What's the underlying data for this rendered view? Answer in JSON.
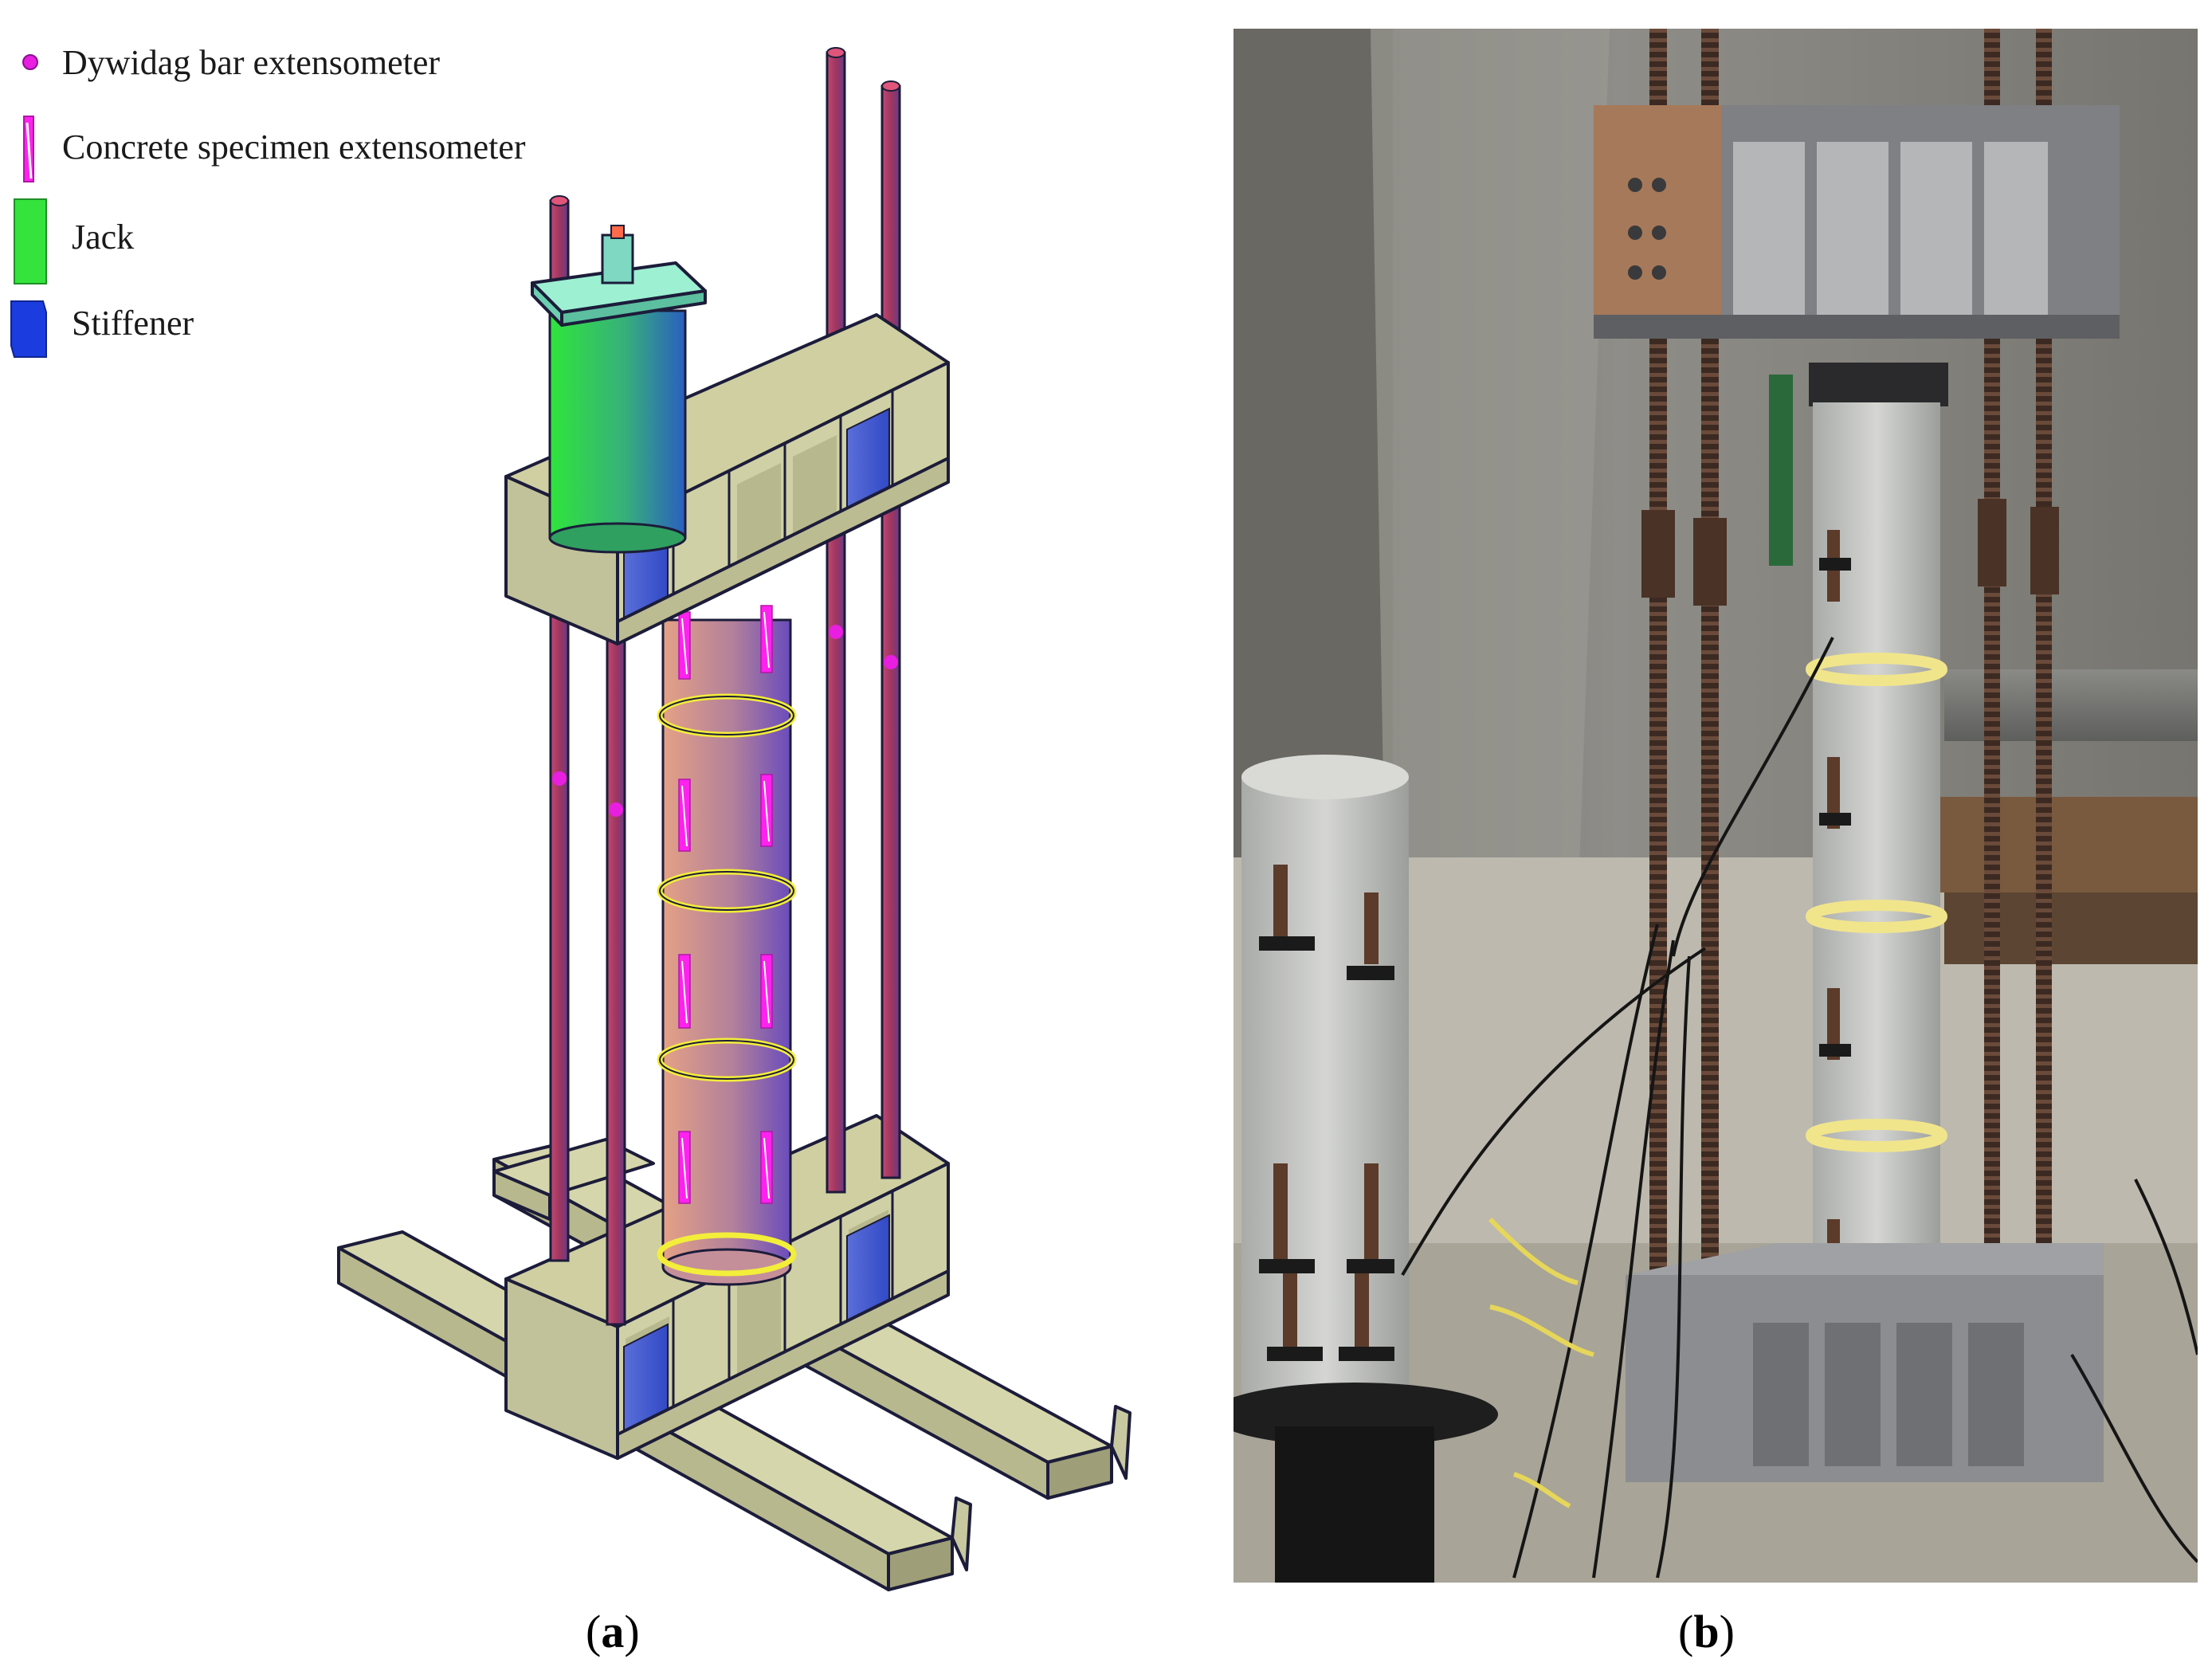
{
  "legend": {
    "items": [
      {
        "label": "Dywidag bar extensometer",
        "icon": "bar-extensometer-dot",
        "color": "#e81ee0"
      },
      {
        "label": "Concrete specimen extensometer",
        "icon": "specimen-extensometer-strip",
        "color": "#ff22ee"
      },
      {
        "label": "Jack",
        "icon": "jack-swatch",
        "color": "#34e43c"
      },
      {
        "label": "Stiffener",
        "icon": "stiffener-swatch",
        "color": "#1b3de0"
      }
    ]
  },
  "colors": {
    "steel_frame": "#cfcfa2",
    "steel_frame_dark": "#a9a982",
    "rod": "#a0365f",
    "specimen_start": "#e4a186",
    "specimen_end": "#6a4cbc",
    "ring": "#f3ee3a",
    "jack_top": "#9df0d2",
    "jack_start": "#2fe53b",
    "jack_end": "#2a5fc0"
  },
  "captions": {
    "a_open": "(",
    "a_letter": "a",
    "a_close": ")",
    "b_open": "(",
    "b_letter": "b",
    "b_close": ")"
  }
}
